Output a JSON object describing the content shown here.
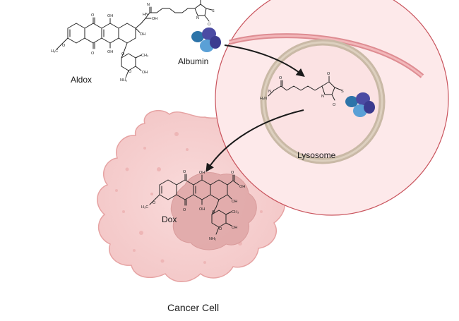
{
  "labels": {
    "aldox": "Aldox",
    "albumin": "Albumin",
    "lysosome": "Lysosome",
    "dox": "Dox",
    "cancer_cell": "Cancer Cell"
  },
  "colors": {
    "cell_fill": "#f7d3d3",
    "cell_edge": "#e8a9a9",
    "nucleus_fill": "#e2aaaa",
    "zoom_fill": "#fde9ea",
    "zoom_edge": "#c9545d",
    "membrane": "#de8c92",
    "lysosome_ring": "#c9b9a6",
    "albumin_blue": "#2d74a9",
    "albumin_purple": "#4b4ba3",
    "albumin_lightblue": "#5aa0d6"
  }
}
